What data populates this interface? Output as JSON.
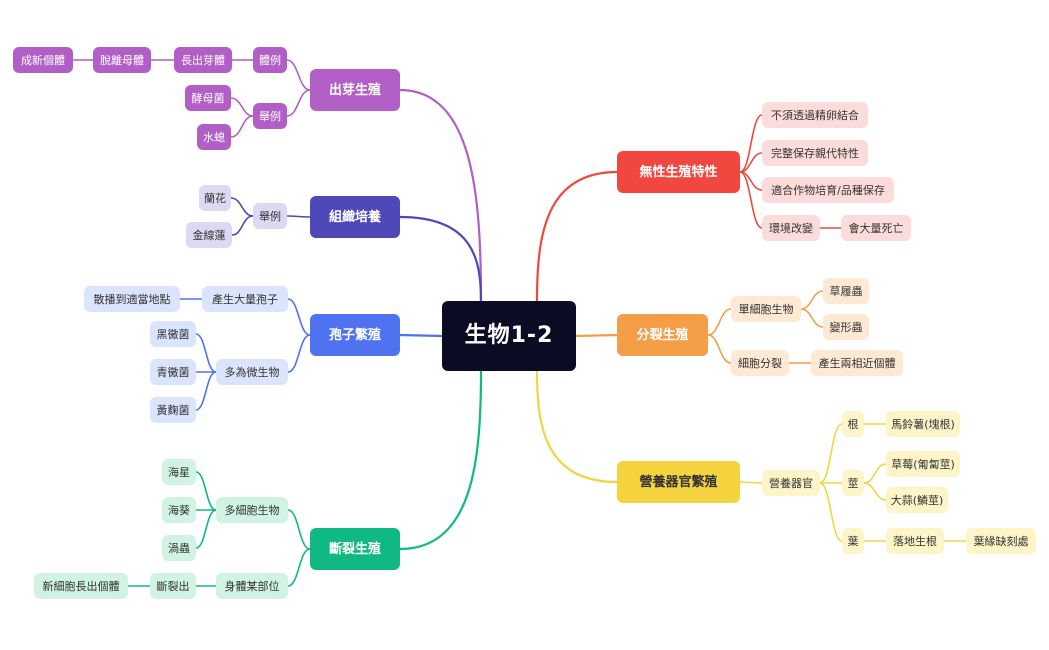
{
  "root": "生物1-2",
  "colors": {
    "root_bg": "#0b0b24",
    "purple": "#b15fc6",
    "purple_light": "#e7cdef",
    "indigo": "#4e48b8",
    "indigo_light": "#dcdaf2",
    "blue": "#4f73f0",
    "blue_light": "#dbe4fd",
    "green": "#10b981",
    "green_light": "#d1f3e4",
    "red": "#f0483e",
    "red_light": "#fcdcda",
    "orange": "#f59e48",
    "orange_light": "#fde9d4",
    "yellow": "#f5d33f",
    "yellow_light": "#fdf4c7"
  },
  "branches": {
    "budding": {
      "label": "出芽生殖",
      "body": "體例",
      "grow_bud": "長出芽體",
      "detach": "脫離母體",
      "new_individual": "成新個體",
      "examples": "舉例",
      "yeast": "酵母菌",
      "hydra": "水螅"
    },
    "tissue": {
      "label": "組織培養",
      "examples": "舉例",
      "orchid": "蘭花",
      "aloe": "金線蓮"
    },
    "spore": {
      "label": "孢子繁殖",
      "produce": "產生大量孢子",
      "spread": "散播到適當地點",
      "multicell": "多為微生物",
      "mucor": "黑黴菌",
      "penicillium": "青黴菌",
      "aspergillus": "黃麴菌"
    },
    "fragment": {
      "label": "斷裂生殖",
      "multicell": "多細胞生物",
      "starfish": "海星",
      "anemone": "海葵",
      "planaria": "渦蟲",
      "part": "身體某部位",
      "break": "斷裂出",
      "new": "新細胞長出個體"
    },
    "asexual": {
      "label": "無性生殖特性",
      "p1": "不須透過精卵結合",
      "p2": "完整保存親代特性",
      "p3": "適合作物培育/品種保存",
      "p4": "環境改變",
      "p4b": "會大量死亡"
    },
    "fission": {
      "label": "分裂生殖",
      "single": "單細胞生物",
      "paramecium": "草履蟲",
      "amoeba": "變形蟲",
      "cell_div": "細胞分裂",
      "result": "產生兩相近個體"
    },
    "vegetative": {
      "label": "營養器官繁殖",
      "organ": "營養器官",
      "root": "根",
      "root_ex": "馬鈴薯(塊根)",
      "stem": "莖",
      "stem_ex1": "草莓(匍匐莖)",
      "stem_ex2": "大蒜(鱗莖)",
      "leaf": "葉",
      "leaf_mid": "落地生根",
      "leaf_ex": "葉緣缺刻處"
    }
  }
}
